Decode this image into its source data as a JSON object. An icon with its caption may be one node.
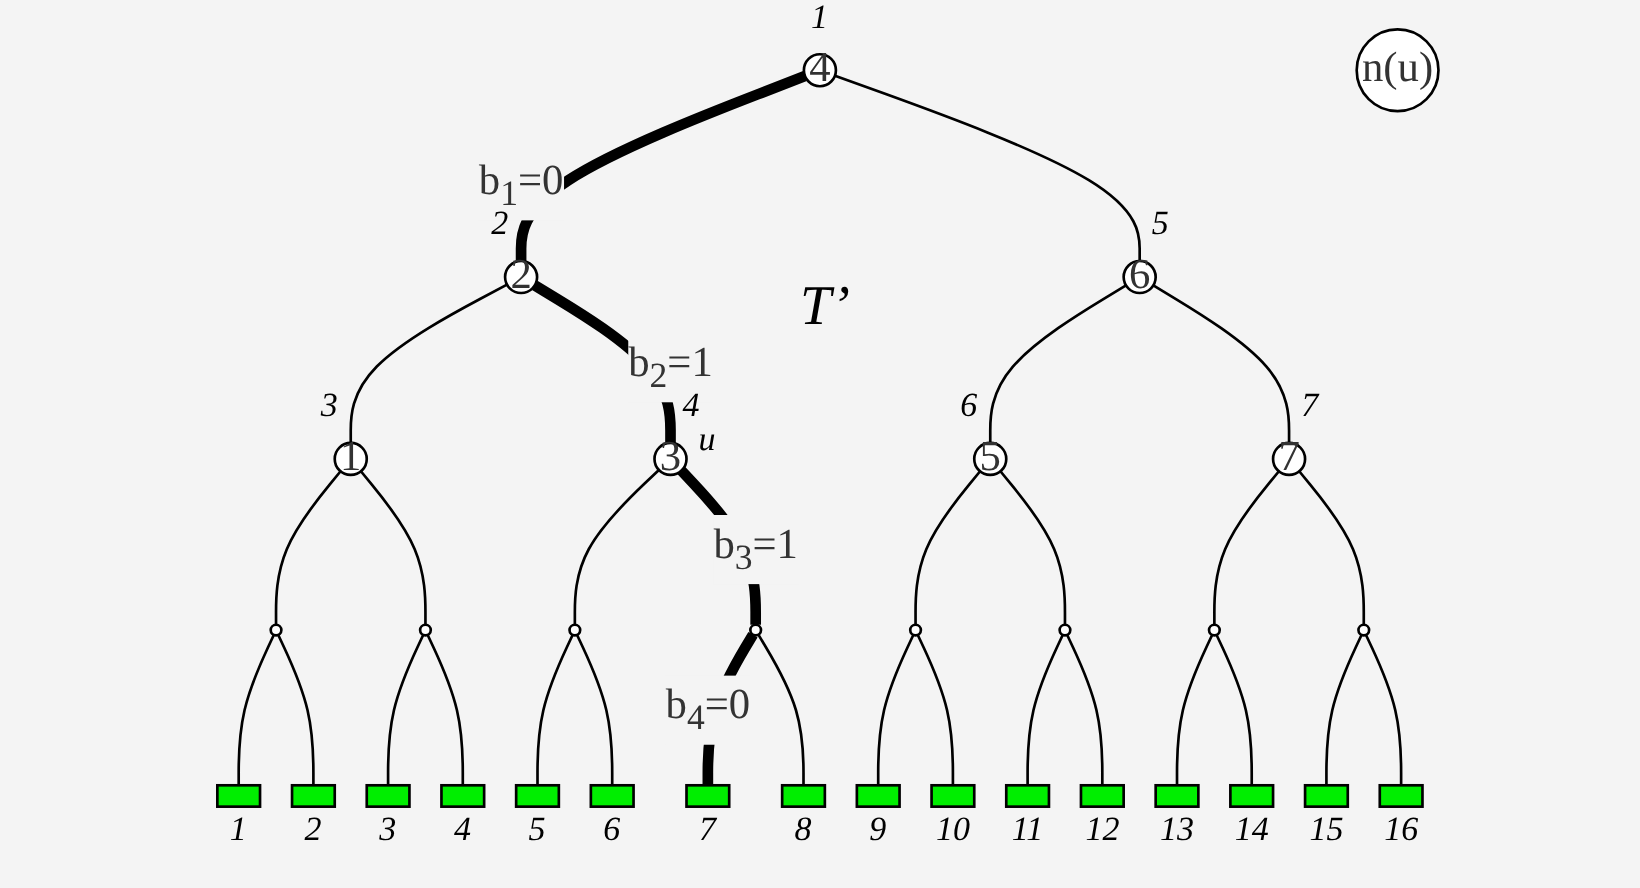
{
  "diagram": {
    "nodes": [
      {
        "text": [
          "4"
        ],
        "beside": [
          "1"
        ]
      },
      {
        "text": [
          "2"
        ],
        "beside": [
          "2"
        ]
      },
      {
        "text": [
          "6"
        ],
        "beside": [
          "5"
        ]
      },
      {
        "text": [
          "1"
        ],
        "beside": [
          "3"
        ]
      },
      {
        "text": [
          "3"
        ],
        "beside": [
          "4",
          "u"
        ]
      },
      {
        "text": [
          "5"
        ],
        "beside": [
          "6"
        ]
      },
      {
        "text": [
          "7"
        ],
        "beside": [
          "7"
        ]
      },
      {
        "text": [],
        "shape": "circle"
      },
      {
        "text": [],
        "shape": "circle"
      },
      {
        "text": [],
        "shape": "circle"
      },
      {
        "text": [],
        "shape": "circle"
      },
      {
        "text": [],
        "shape": "circle"
      },
      {
        "text": [],
        "shape": "circle"
      },
      {
        "text": [],
        "shape": "circle"
      },
      {
        "text": [],
        "shape": "circle"
      },
      {
        "text": [],
        "shape": "box",
        "beside": [
          "1"
        ]
      },
      {
        "text": [],
        "shape": "box",
        "beside": [
          "2"
        ]
      },
      {
        "text": [],
        "shape": "box",
        "beside": [
          "3"
        ]
      },
      {
        "text": [],
        "shape": "box",
        "beside": [
          "4"
        ]
      },
      {
        "text": [],
        "shape": "box",
        "beside": [
          "5"
        ]
      },
      {
        "text": [],
        "shape": "box",
        "beside": [
          "6"
        ]
      },
      {
        "text": [],
        "shape": "box",
        "beside": [
          "7"
        ]
      },
      {
        "text": [],
        "shape": "box",
        "beside": [
          "8"
        ]
      },
      {
        "text": [],
        "shape": "box",
        "beside": [
          "9"
        ]
      },
      {
        "text": [],
        "shape": "box",
        "beside": [
          "10"
        ]
      },
      {
        "text": [],
        "shape": "box",
        "beside": [
          "11"
        ]
      },
      {
        "text": [],
        "shape": "box",
        "beside": [
          "12"
        ]
      },
      {
        "text": [],
        "shape": "box",
        "beside": [
          "13"
        ]
      },
      {
        "text": [],
        "shape": "box",
        "beside": [
          "14"
        ]
      },
      {
        "text": [],
        "shape": "box",
        "beside": [
          "15"
        ]
      },
      {
        "text": [],
        "shape": "box",
        "beside": [
          "16"
        ]
      },
      {
        "text": [
          "n(u)"
        ]
      }
    ],
    "edges": [
      {
        "from": 0,
        "to": 1,
        "arrow": "none",
        "label": "b$_{1}$=0",
        "style": "thick"
      },
      {
        "from": 0,
        "to": 2,
        "arrow": "none"
      },
      {
        "from": 1,
        "to": 3,
        "arrow": "none"
      },
      {
        "from": 1,
        "to": 4,
        "arrow": "none",
        "label": "b$_{2}$=1",
        "style": "thick"
      },
      {
        "from": 2,
        "to": 5,
        "arrow": "none"
      },
      {
        "from": 2,
        "to": 6,
        "arrow": "none"
      },
      {
        "from": 3,
        "to": 7,
        "arrow": "none"
      },
      {
        "from": 3,
        "to": 8,
        "arrow": "none"
      },
      {
        "from": 4,
        "to": 9,
        "arrow": "none"
      },
      {
        "from": 4,
        "to": 10,
        "arrow": "none",
        "label": "b$_{3}$=1",
        "style": "thick"
      },
      {
        "from": 5,
        "to": 11,
        "arrow": "none"
      },
      {
        "from": 5,
        "to": 12,
        "arrow": "none"
      },
      {
        "from": 6,
        "to": 13,
        "arrow": "none"
      },
      {
        "from": 6,
        "to": 14,
        "arrow": "none"
      },
      {
        "from": 7,
        "to": 15,
        "arrow": "none"
      },
      {
        "from": 7,
        "to": 16,
        "arrow": "none"
      },
      {
        "from": 8,
        "to": 17,
        "arrow": "none"
      },
      {
        "from": 8,
        "to": 18,
        "arrow": "none"
      },
      {
        "from": 9,
        "to": 19,
        "arrow": "none"
      },
      {
        "from": 9,
        "to": 20,
        "arrow": "none"
      },
      {
        "from": 10,
        "to": 21,
        "arrow": "none",
        "label": "b$_{4}$=0",
        "style": "thick"
      },
      {
        "from": 10,
        "to": 22,
        "arrow": "none"
      },
      {
        "from": 11,
        "to": 23,
        "arrow": "none"
      },
      {
        "from": 11,
        "to": 24,
        "arrow": "none"
      },
      {
        "from": 12,
        "to": 25,
        "arrow": "none"
      },
      {
        "from": 12,
        "to": 26,
        "arrow": "none"
      },
      {
        "from": 13,
        "to": 27,
        "arrow": "none"
      },
      {
        "from": 13,
        "to": 28,
        "arrow": "none"
      },
      {
        "from": 14,
        "to": 29,
        "arrow": "none"
      },
      {
        "from": 14,
        "to": 30,
        "arrow": "none"
      }
    ],
    "labels": [
      "T’"
    ]
  }
}
